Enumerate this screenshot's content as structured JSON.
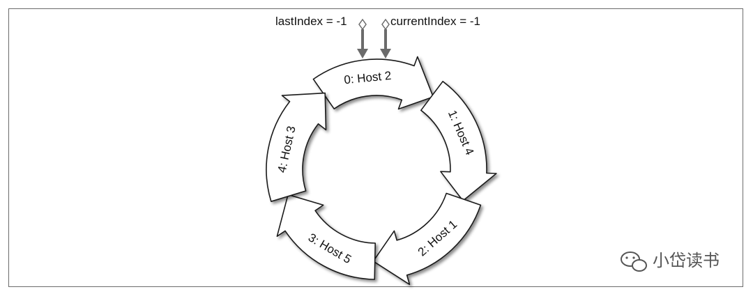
{
  "pointers": {
    "last_index": "lastIndex = -1",
    "current_index": "currentIndex = -1"
  },
  "ring_segments": [
    {
      "label": "0: Host 2"
    },
    {
      "label": "1: Host 4"
    },
    {
      "label": "2: Host 1"
    },
    {
      "label": "3: Host 5"
    },
    {
      "label": "4: Host 3"
    }
  ],
  "watermark": {
    "text": "小岱读书",
    "icon": "wechat-icon"
  },
  "colors": {
    "outline": "#1a1a1a",
    "arrow_stem": "#6b6b6b",
    "frame_border": "#6b6b6b"
  }
}
